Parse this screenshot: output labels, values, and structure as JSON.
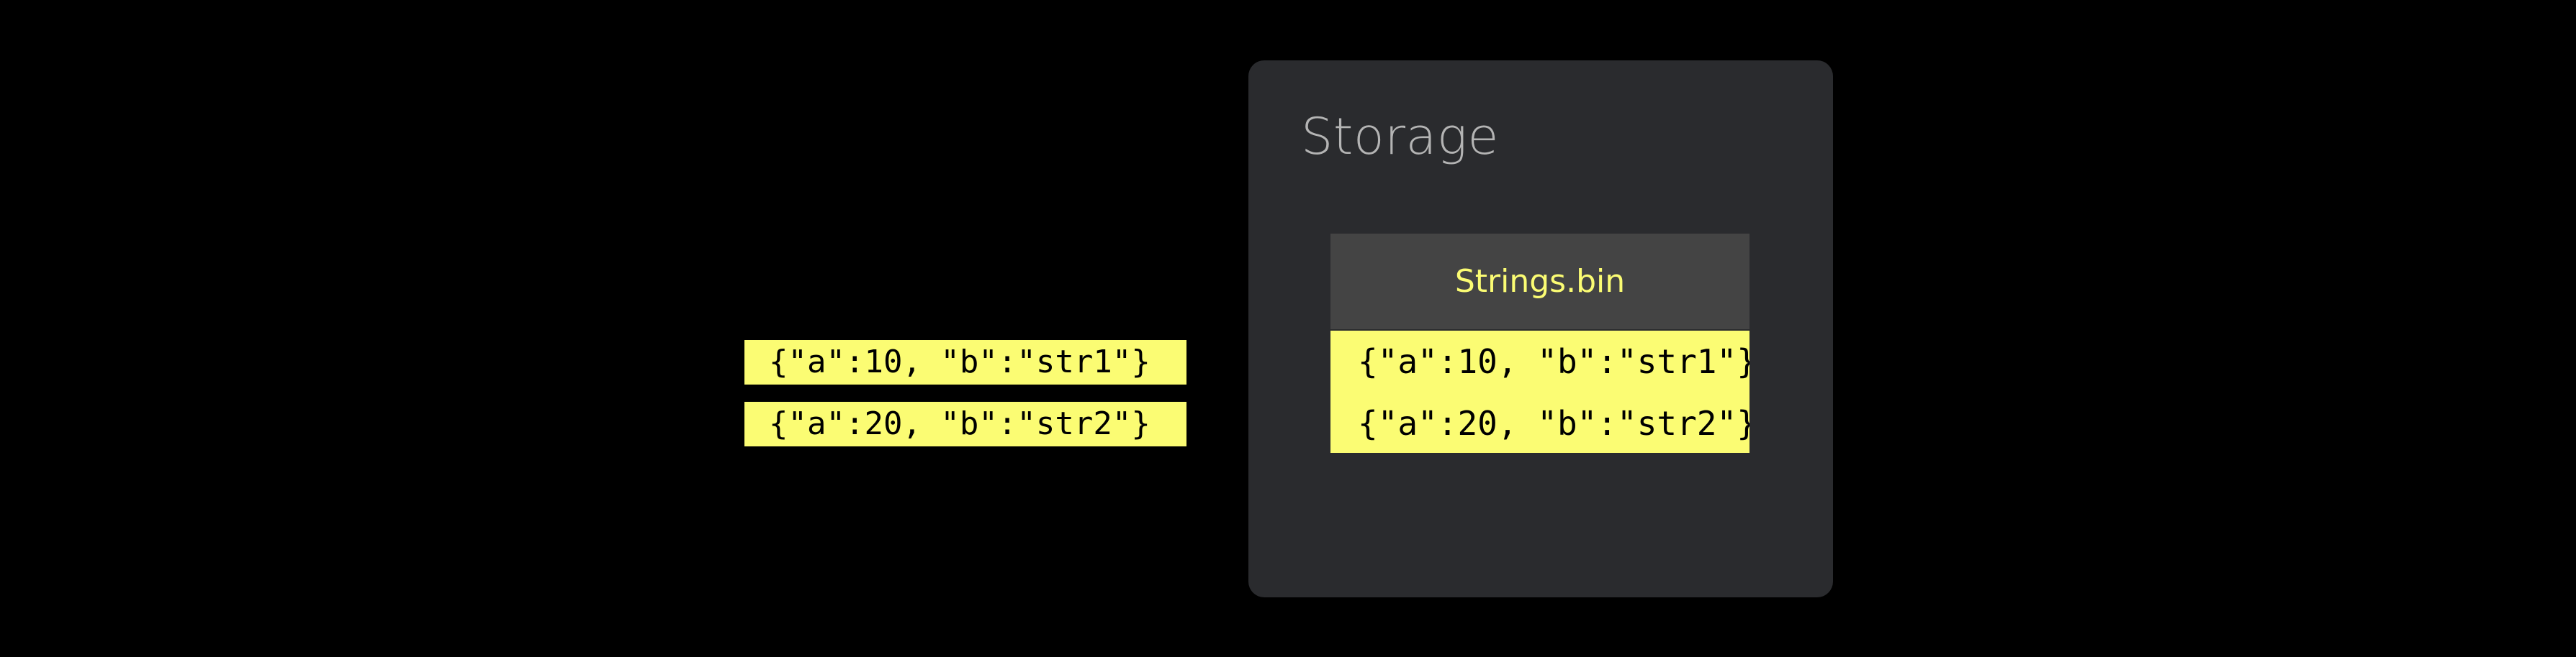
{
  "input_records": [
    "{\"a\":10, \"b\":\"str1\"}",
    "{\"a\":20, \"b\":\"str2\"}"
  ],
  "storage": {
    "title": "Storage",
    "file": {
      "name": "Strings.bin",
      "rows": [
        "{\"a\":10, \"b\":\"str1\"}",
        "{\"a\":20, \"b\":\"str2\"}"
      ]
    }
  },
  "colors": {
    "background": "#000000",
    "panel": "#2a2b2e",
    "file_header": "#444444",
    "highlight": "#fbfc73",
    "title_text": "#b4b4b4"
  }
}
